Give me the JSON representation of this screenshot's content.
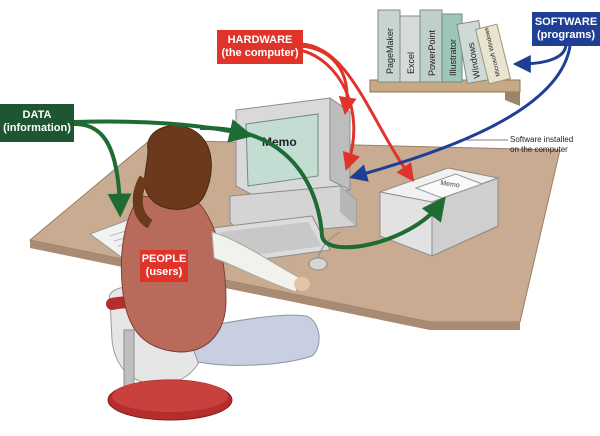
{
  "labels": {
    "data": {
      "line1": "DATA",
      "line2": "(information)",
      "color": "#1e5631"
    },
    "hardware": {
      "line1": "HARDWARE",
      "line2": "(the computer)",
      "color": "#e0342b"
    },
    "software": {
      "line1": "SOFTWARE",
      "line2": "(programs)",
      "color": "#1f3f94"
    },
    "people": {
      "line1": "PEOPLE",
      "line2": "(users)",
      "color": "#e0342b"
    }
  },
  "annotation": {
    "line1": "Software installed",
    "line2": "on the computer"
  },
  "screen_text": "Memo",
  "printer_text": "Memo",
  "books": [
    "PageMaker",
    "Excel",
    "PowerPoint",
    "Illustrator",
    "Windows",
    "Microsoft Windows"
  ],
  "arrow_colors": {
    "data": "#1e6b34",
    "hardware": "#e0342b",
    "software": "#1f3f94"
  }
}
